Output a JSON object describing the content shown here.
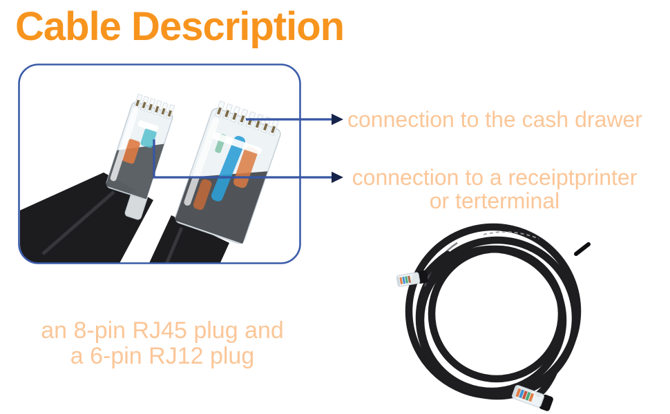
{
  "title": "Cable Description",
  "diagram": {
    "annotations": {
      "cash_drawer": "connection to the cash drawer",
      "printer_line1": "connection to a receiptprinter",
      "printer_line2": "or terterminal"
    },
    "caption_line1": "an 8-pin RJ45 plug and",
    "caption_line2": "a 6-pin RJ12 plug"
  },
  "icons": {
    "plugs_photo": "rj45-and-rj12-clear-plugs-with-black-cables",
    "coil_photo": "coiled-black-cable-with-two-plugs",
    "arrow": "right-pointing-annotation-arrow"
  },
  "colors": {
    "title_orange": "#F7941E",
    "label_peach": "#FBC698",
    "frame_blue": "#3A5BA9",
    "arrow_blue": "#3756A4",
    "arrowhead_navy": "#16234A",
    "cable_black": "#1C1C1F"
  }
}
